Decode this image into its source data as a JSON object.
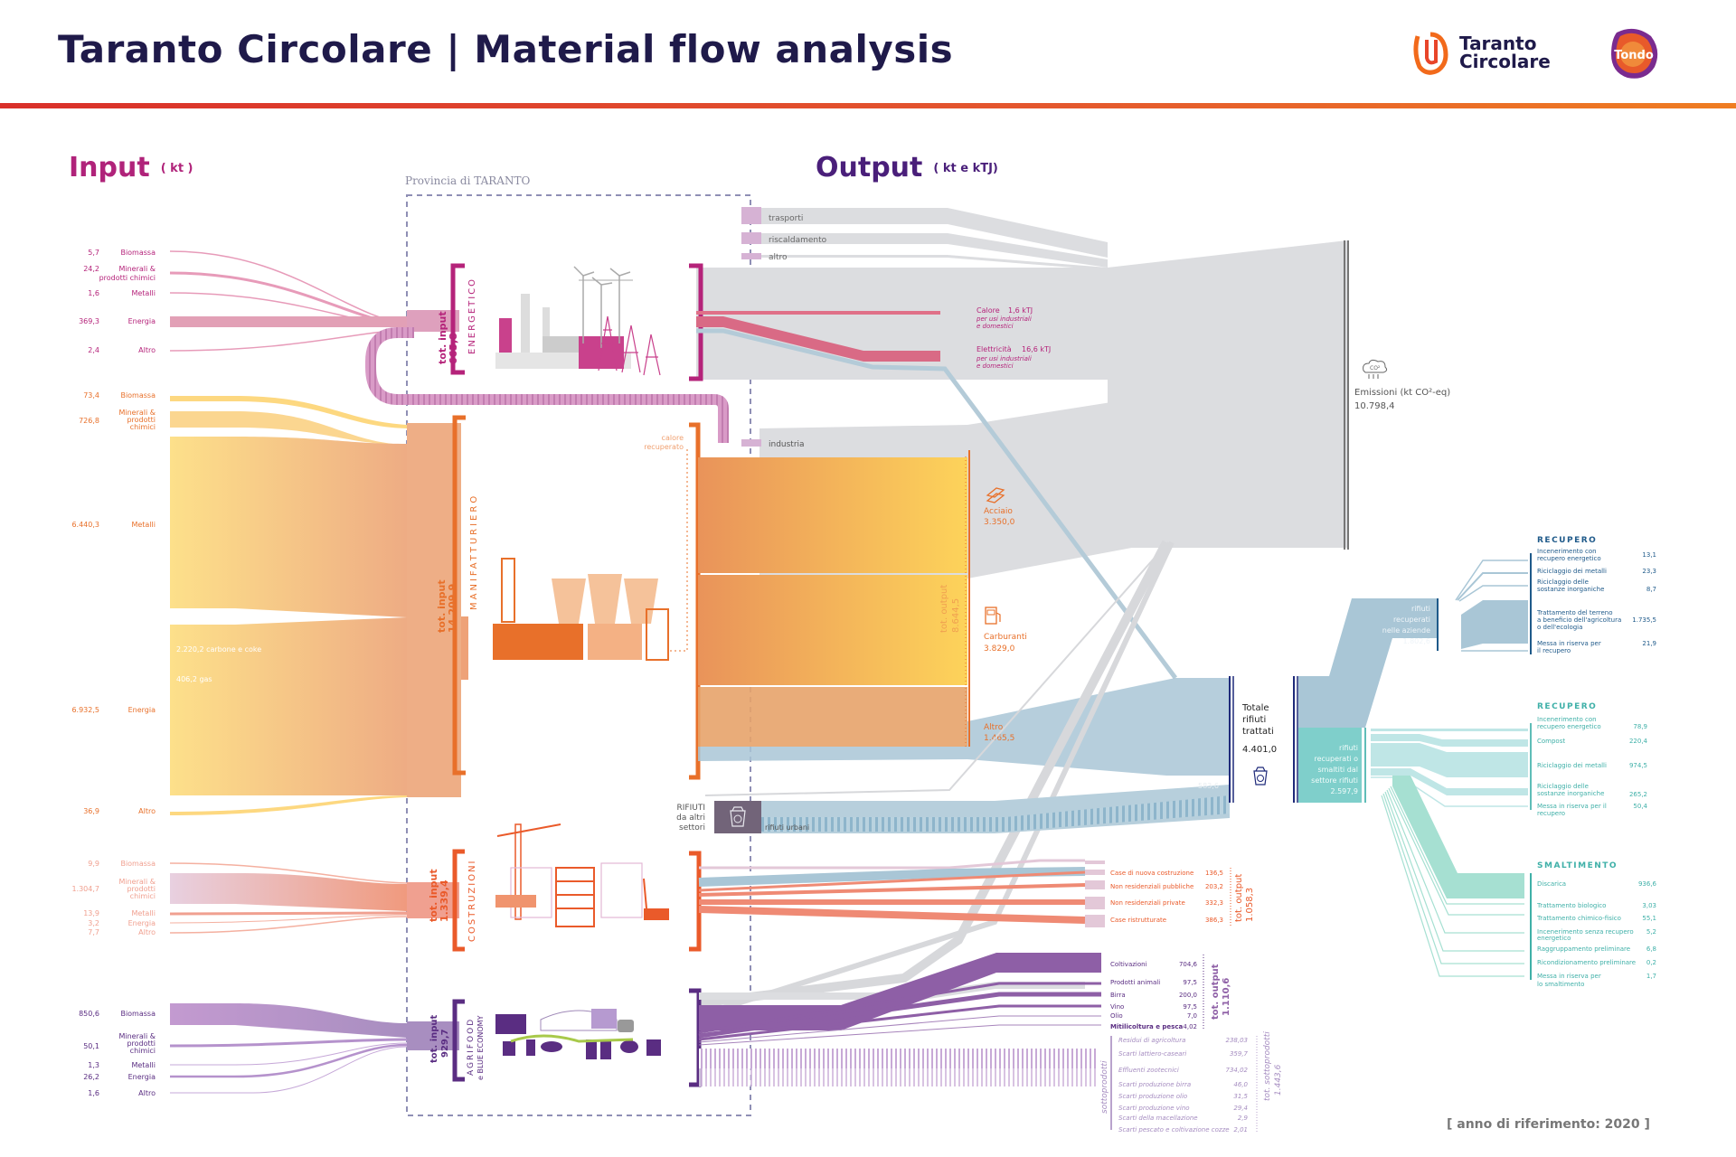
{
  "header": {
    "title": "Taranto Circolare | Material flow analysis",
    "logo_tc_line1": "Taranto",
    "logo_tc_line2": "Circolare",
    "logo_tondo": "Tondo"
  },
  "colors": {
    "energetico": "#b5237a",
    "manifatturiero": "#e8702a",
    "costruzioni": "#ea5a2a",
    "agrifood": "#5a2d82",
    "emissions_grey": "#dcdde0",
    "waste_blue": "#a9c6d6",
    "waste_teal": "#7fd1c9",
    "dark_navy": "#1f1a4a"
  },
  "input_section": {
    "title": "Input",
    "unit": "( kt )"
  },
  "output_section": {
    "title": "Output",
    "unit": "( kt e kTJ)"
  },
  "province_label": "Provincia di TARANTO",
  "chart_data": {
    "type": "sankey",
    "title": "Taranto Circolare | Material flow analysis",
    "reference_year": "[ anno di riferimento: 2020 ]",
    "sectors": [
      {
        "id": "energetico",
        "name": "ENERGETICO",
        "total_input_label": "tot. input",
        "total_input": "665,8",
        "inputs": [
          {
            "label": "Biomassa",
            "value": "5,7"
          },
          {
            "label": "Minerali & prodotti chimici",
            "value": "24,2"
          },
          {
            "label": "Metalli",
            "value": "1,6"
          },
          {
            "label": "Energia",
            "value": "369,3"
          },
          {
            "label": "Altro",
            "value": "2,4"
          }
        ],
        "outputs": [
          {
            "label": "Calore",
            "value": "1,6 kTJ",
            "note": "per usi industriali e domestici"
          },
          {
            "label": "Elettricità",
            "value": "16,6 kTJ",
            "note": "per usi industriali e domestici"
          }
        ]
      },
      {
        "id": "manifatturiero",
        "name": "MANIFATTURIERO",
        "total_input_label": "tot. input",
        "total_input": "14.209,9",
        "total_output_label": "tot. output",
        "total_output": "8.644,5",
        "inputs": [
          {
            "label": "Biomassa",
            "value": "73,4"
          },
          {
            "label": "Minerali & prodotti chimici",
            "value": "726,8"
          },
          {
            "label": "Metalli",
            "value": "6.440,3"
          },
          {
            "label": "Energia",
            "value": "6.932,5"
          },
          {
            "label": "Altro",
            "value": "36,9"
          }
        ],
        "energy_breakdown": [
          {
            "label": "2.220,2 carbone e coke"
          },
          {
            "label": "406,2 gas"
          }
        ],
        "recovered_heat_label": "calore recuperato",
        "outputs": [
          {
            "label": "Acciaio",
            "value": "3.350,0"
          },
          {
            "label": "Carburanti",
            "value": "3.829,0"
          },
          {
            "label": "Altro",
            "value": "1.465,5"
          }
        ]
      },
      {
        "id": "costruzioni",
        "name": "COSTRUZIONI",
        "total_input_label": "tot. input",
        "total_input": "1.339,4",
        "total_output_label": "tot. output",
        "total_output": "1.058,3",
        "inputs": [
          {
            "label": "Biomassa",
            "value": "9,9"
          },
          {
            "label": "Minerali & prodotti chimici",
            "value": "1.304,7"
          },
          {
            "label": "Metalli",
            "value": "13,9"
          },
          {
            "label": "Energia",
            "value": "3,2"
          },
          {
            "label": "Altro",
            "value": "7,7"
          }
        ],
        "outputs": [
          {
            "label": "Case di nuova costruzione",
            "value": "136,5"
          },
          {
            "label": "Non residenziali pubbliche",
            "value": "203,2"
          },
          {
            "label": "Non residenziali private",
            "value": "332,3"
          },
          {
            "label": "Case ristrutturate",
            "value": "386,3"
          }
        ]
      },
      {
        "id": "agrifood",
        "name": "AGRIFOOD",
        "name2": "e BLUE ECONOMY",
        "total_input_label": "tot. input",
        "total_input": "929,7",
        "total_output_label": "tot. output",
        "total_output": "1.110,6",
        "inputs": [
          {
            "label": "Biomassa",
            "value": "850,6"
          },
          {
            "label": "Minerali & prodotti chimici",
            "value": "50,1"
          },
          {
            "label": "Metalli",
            "value": "1,3"
          },
          {
            "label": "Energia",
            "value": "26,2"
          },
          {
            "label": "Altro",
            "value": "1,6"
          }
        ],
        "outputs": [
          {
            "label": "Coltivazioni",
            "value": "704,6"
          },
          {
            "label": "Prodotti animali",
            "value": "97,5"
          },
          {
            "label": "Birra",
            "value": "200,0"
          },
          {
            "label": "Vino",
            "value": "97,5"
          },
          {
            "label": "Olio",
            "value": "7,0"
          },
          {
            "label": "Mitilicoltura e pesca",
            "value": "4,02"
          }
        ],
        "byproducts_label": "sottoprodotti",
        "byproducts_total_label": "tot. sottoprodotti",
        "byproducts_total": "1.443,6",
        "byproducts": [
          {
            "label": "Residui di agricoltura",
            "value": "238,03"
          },
          {
            "label": "Scarti lattiero-caseari",
            "value": "359,7"
          },
          {
            "label": "Effluenti zootecnici",
            "value": "734,02"
          },
          {
            "label": "Scarti produzione birra",
            "value": "46,0"
          },
          {
            "label": "Scarti produzione olio",
            "value": "31,5"
          },
          {
            "label": "Scarti produzione vino",
            "value": "29,4"
          },
          {
            "label": "Scarti della macellazione",
            "value": "2,9"
          },
          {
            "label": "Scarti pescato e coltivazione cozze",
            "value": "2,01"
          }
        ]
      }
    ],
    "emission_sources": [
      {
        "label": "trasporti"
      },
      {
        "label": "riscaldamento"
      },
      {
        "label": "altro"
      },
      {
        "label": "industria"
      }
    ],
    "emissions": {
      "label": "Emissioni (kt CO²-eq)",
      "value": "10.798,4",
      "icon": "co2-cloud-icon"
    },
    "other_waste": {
      "label_line1": "RIFIUTI",
      "label_line2": "da altri",
      "label_line3": "settori",
      "urban_label": "rifiuti urbani",
      "urban_value": "583,6"
    },
    "total_waste": {
      "label_line1": "Totale",
      "label_line2": "rifiuti",
      "label_line3": "trattati",
      "value": "4.401,0"
    },
    "waste_companies": {
      "label_line1": "rifiuti",
      "label_line2": "recuperati",
      "label_line3": "nelle aziende",
      "value": "1.802,6"
    },
    "waste_sector": {
      "label_line1": "rifiuti",
      "label_line2": "recuperati o",
      "label_line3": "smaltiti dal",
      "label_line4": "settore rifiuti",
      "value": "2.597,9"
    },
    "recovery_companies": {
      "title": "RECUPERO",
      "items": [
        {
          "label": "Incenerimento con recupero energetico",
          "value": "13,1"
        },
        {
          "label": "Riciclaggio dei metalli",
          "value": "23,3"
        },
        {
          "label": "Riciclaggio delle sostanze inorganiche",
          "value": "8,7"
        },
        {
          "label": "Trattamento del terreno a beneficio dell'agricoltura o dell'ecologia",
          "value": "1.735,5"
        },
        {
          "label": "Messa in riserva per il recupero",
          "value": "21,9"
        }
      ]
    },
    "recovery_sector": {
      "title": "RECUPERO",
      "items": [
        {
          "label": "Incenerimento con recupero energetico",
          "value": "78,9"
        },
        {
          "label": "Compost",
          "value": "220,4"
        },
        {
          "label": "Riciclaggio dei metalli",
          "value": "974,5"
        },
        {
          "label": "Riciclaggio delle sostanze inorganiche",
          "value": "265,2"
        },
        {
          "label": "Messa in riserva per il recupero",
          "value": "50,4"
        }
      ]
    },
    "disposal_sector": {
      "title": "SMALTIMENTO",
      "items": [
        {
          "label": "Discarica",
          "value": "936,6"
        },
        {
          "label": "Trattamento biologico",
          "value": "3,03"
        },
        {
          "label": "Trattamento chimico-fisico",
          "value": "55,1"
        },
        {
          "label": "Incenerimento senza recupero energetico",
          "value": "5,2"
        },
        {
          "label": "Raggruppamento preliminare",
          "value": "6,8"
        },
        {
          "label": "Ricondizionamento preliminare",
          "value": "0,2"
        },
        {
          "label": "Messa in riserva per lo smaltimento",
          "value": "1,7"
        }
      ]
    }
  }
}
